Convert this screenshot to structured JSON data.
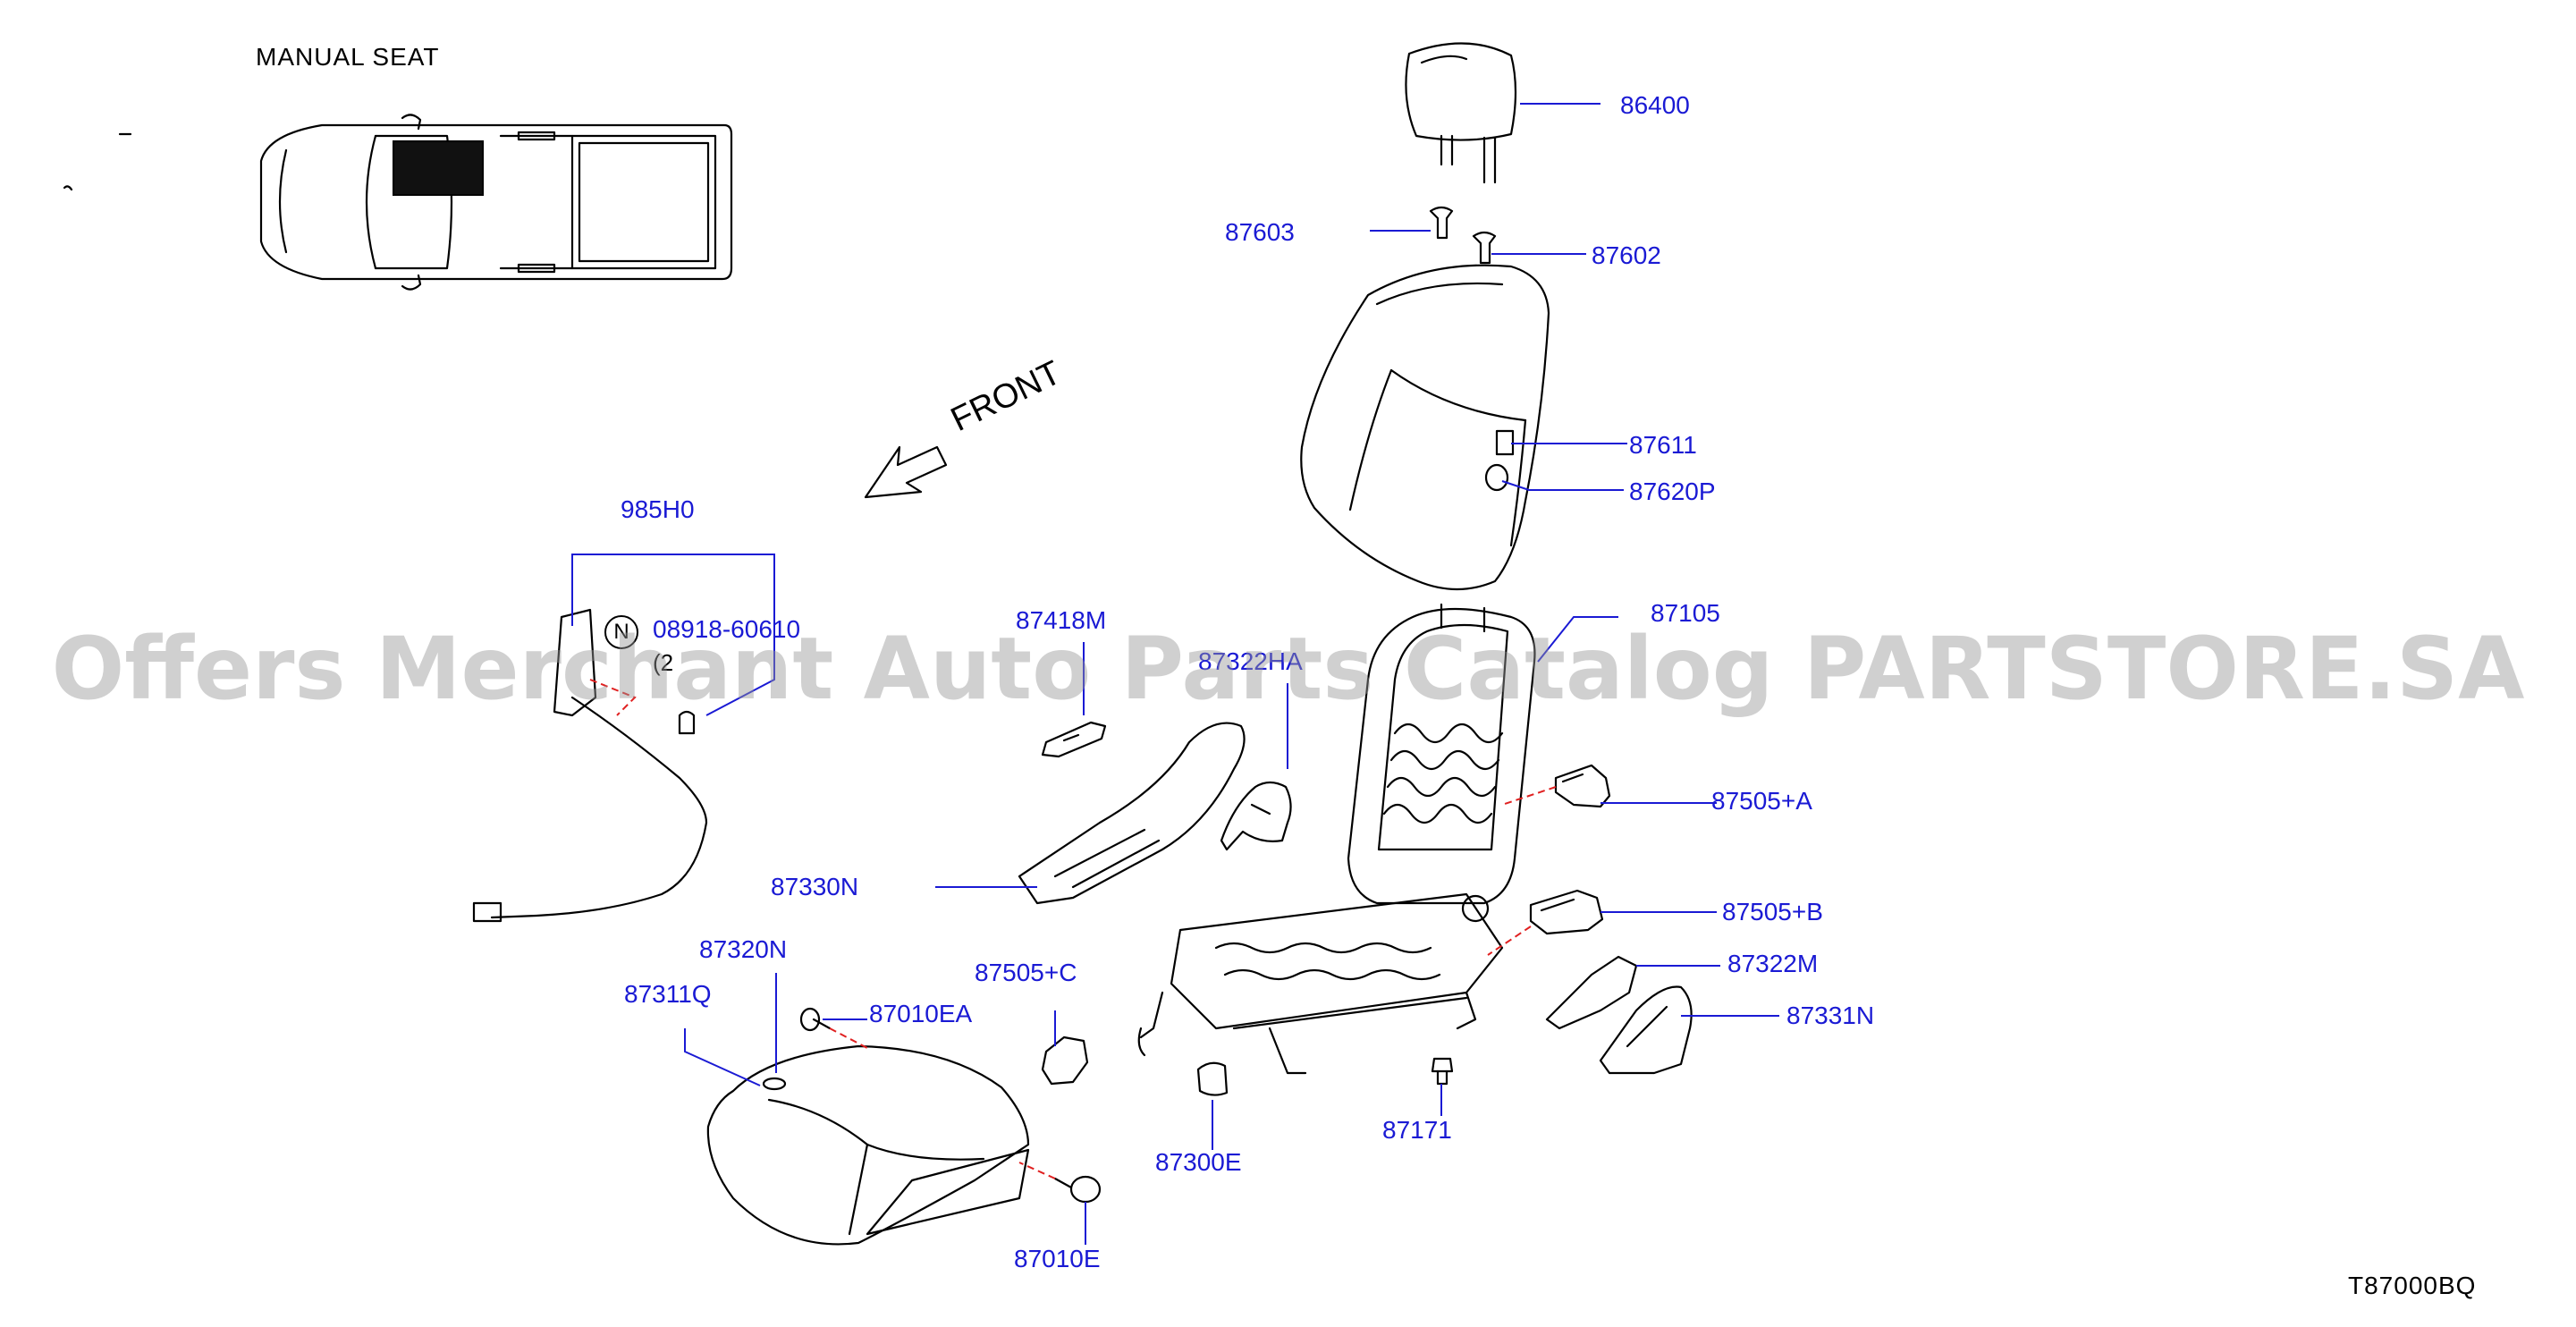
{
  "diagram": {
    "heading": "MANUAL   SEAT",
    "front_label": "FRONT",
    "diagram_code": "T87000BQ",
    "watermark": "Offers Merchant Auto Parts Catalog PARTSTORE.SA",
    "note_symbol": "N",
    "note_qty": "(2",
    "part_numbers": {
      "headrest": "86400",
      "headrest_guide_a": "87603",
      "headrest_guide_b": "87602",
      "label_a": "87611",
      "label_b": "87620P",
      "back_frame": "87105",
      "harness": "985H0",
      "harness_bolt": "08918-60610",
      "lever": "87418M",
      "finisher_inner_top": "87322HA",
      "cover_a": "87505+B",
      "cover_b": "87505+A",
      "cover_c": "87505+C",
      "finisher_outer_front": "87330N",
      "finisher_outer_rear": "87322M",
      "finisher_inner_rear": "87331N",
      "cushion_pad": "87320N",
      "cushion_trim": "87311Q",
      "clip_a": "87010EA",
      "clip_b": "87010E",
      "cushion_cover_clip": "87300E",
      "bolt": "87171"
    }
  },
  "colors": {
    "label_blue": "#1a1ad4",
    "line_black": "#000000",
    "dash_red": "#e02020",
    "watermark_gray": "#969696"
  }
}
